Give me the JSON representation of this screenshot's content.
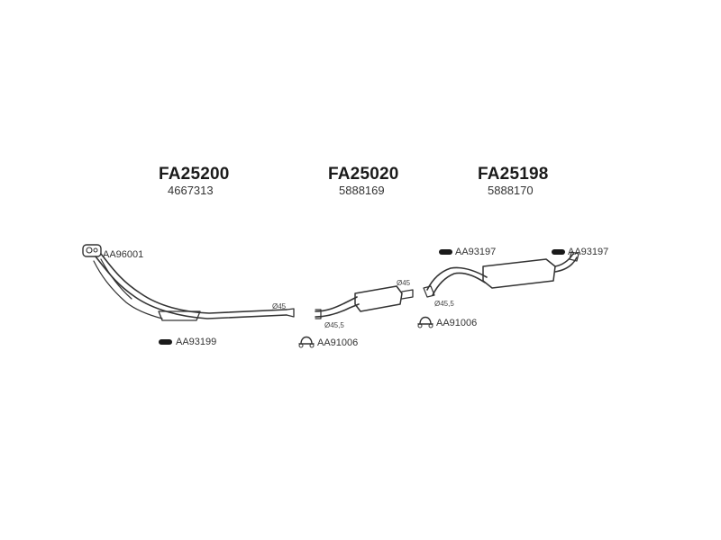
{
  "groups": [
    {
      "code": "FA25200",
      "number": "4667313"
    },
    {
      "code": "FA25020",
      "number": "5888169"
    },
    {
      "code": "FA25198",
      "number": "5888170"
    }
  ],
  "parts": {
    "gasket_front": "AA96001",
    "hanger_front": "AA93199",
    "clamp_center": "AA91006",
    "clamp_rear": "AA91006",
    "hanger_rear_left": "AA93197",
    "hanger_rear_right": "AA93197"
  },
  "diameters": {
    "front_outlet": "Ø45",
    "center_inlet": "Ø45,5",
    "center_outlet": "Ø45",
    "rear_inlet": "Ø45,5"
  },
  "colors": {
    "line": "#333333",
    "fill": "#ffffff",
    "text": "#222222"
  }
}
